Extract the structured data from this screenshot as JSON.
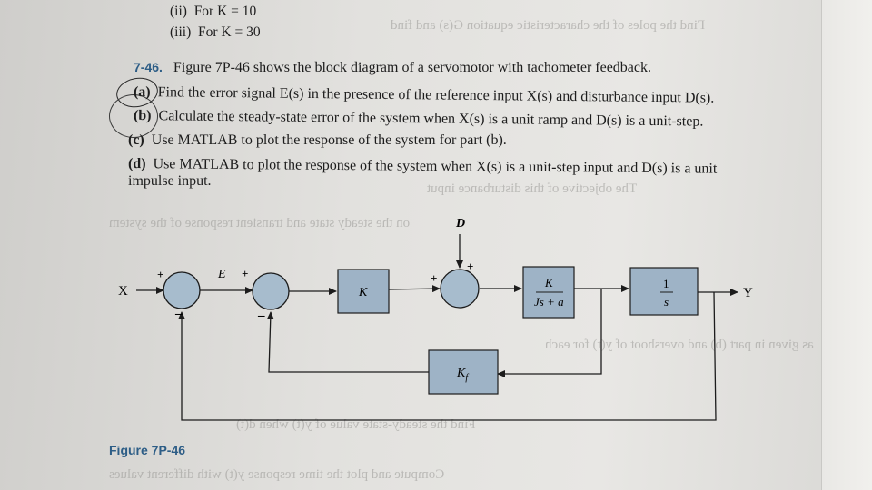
{
  "top_items": [
    {
      "number": "(ii)",
      "text": "For K = 10"
    },
    {
      "number": "(iii)",
      "text": "For K = 30"
    }
  ],
  "problem": {
    "number": "7-46.",
    "intro": "Figure 7P-46 shows the block diagram of a servomotor with tachometer feedback.",
    "parts": [
      {
        "label": "(a)",
        "text": "Find the error signal E(s) in the presence of the reference input X(s) and disturbance input D(s)."
      },
      {
        "label": "(b)",
        "text": "Calculate the steady-state error of the system when X(s) is a unit ramp and D(s) is a unit-step."
      },
      {
        "label": "(c)",
        "text": "Use MATLAB to plot the response of the system for part (b)."
      },
      {
        "label": "(d)",
        "text": "Use MATLAB to plot the response of the system when X(s) is a unit-step input and D(s) is a unit"
      }
    ],
    "continuation": "impulse input."
  },
  "diagram": {
    "input": "X",
    "output": "Y",
    "error": "E",
    "disturbance": "D",
    "block_k": "K",
    "block_plant_num": "K",
    "block_plant_den": "Js + a",
    "block_int_num": "1",
    "block_int_den": "s",
    "block_feedback": "K",
    "block_feedback_sub": "f",
    "plus": "+"
  },
  "figure_label": "Figure 7P-46",
  "colors": {
    "block_fill": "#9eb3c6",
    "junction_fill": "#a7bccd",
    "caption": "#2d5d86"
  }
}
